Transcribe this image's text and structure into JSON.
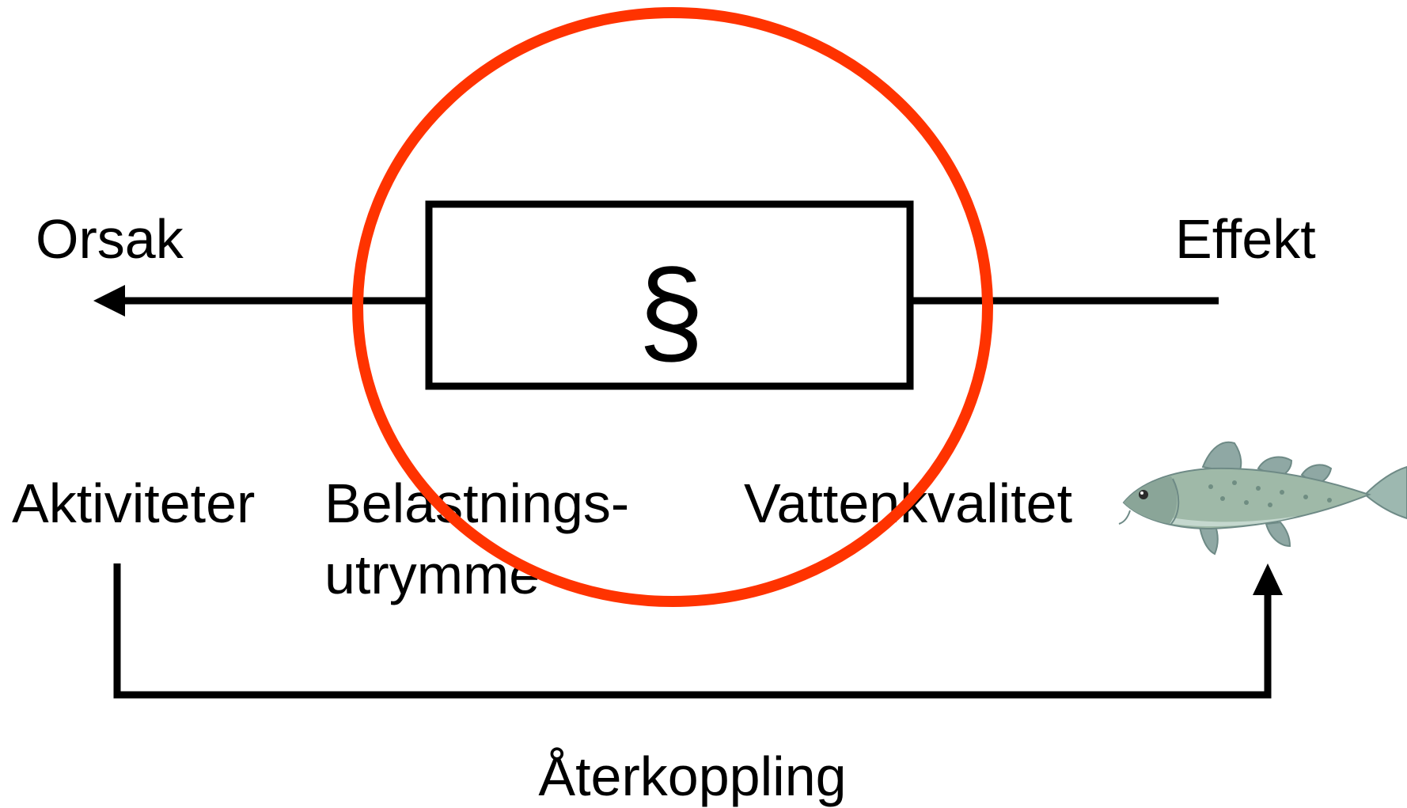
{
  "labels": {
    "cause": "Orsak",
    "effect": "Effekt",
    "activities": "Aktiviteter",
    "load_capacity_line1": "Belastnings-",
    "load_capacity_line2": "utrymme",
    "water_quality": "Vattenkvalitet",
    "feedback": "Återkoppling",
    "box_symbol": "§"
  },
  "icons": {
    "fish": "fish-icon"
  },
  "colors": {
    "circle_highlight": "#ff3300",
    "line": "#000000",
    "background": "#ffffff"
  }
}
